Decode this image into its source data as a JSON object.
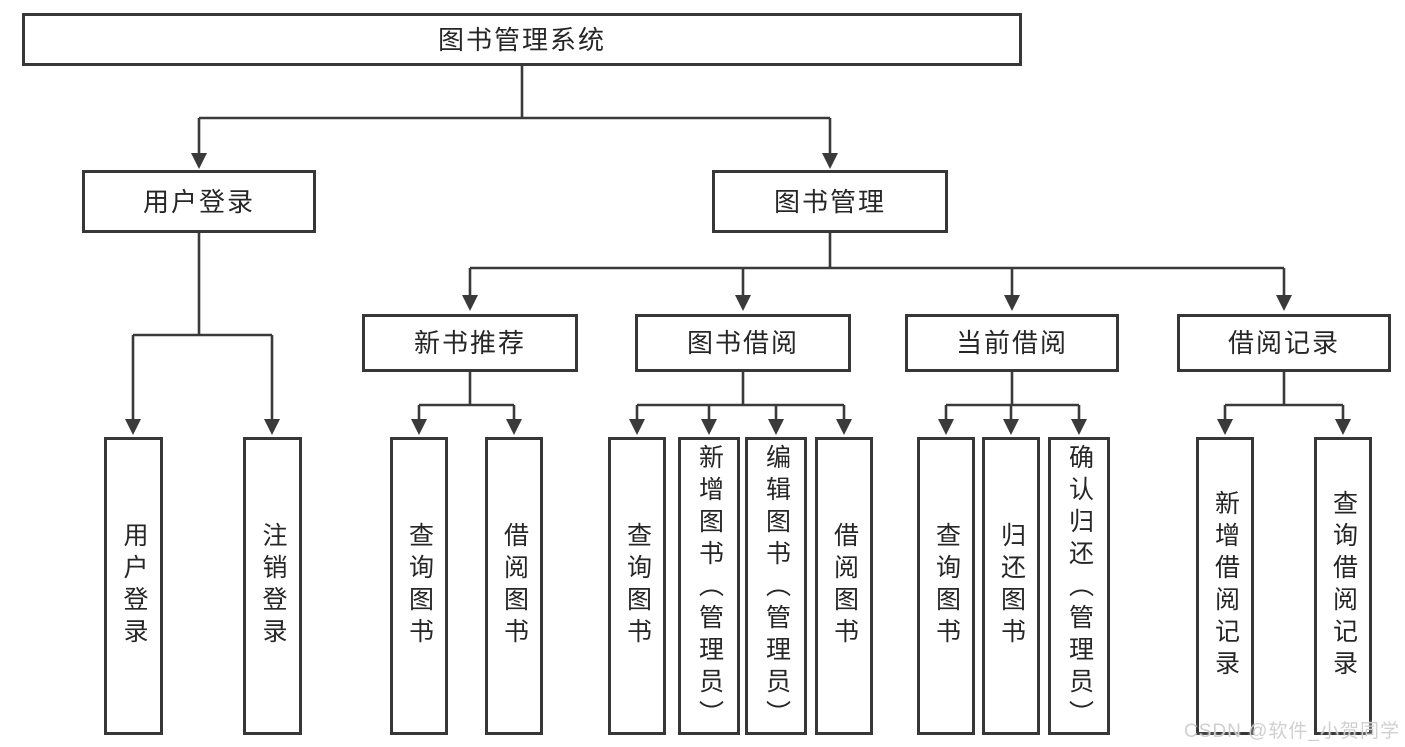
{
  "colors": {
    "line": "#3a3a3a",
    "box_border": "#373737",
    "text": "#262626",
    "background": "#ffffff",
    "watermark": "#cdcdcd"
  },
  "watermark": "CSDN @软件_小贺同学",
  "tree": {
    "label": "图书管理系统",
    "children": [
      {
        "label": "用户登录",
        "children": [
          {
            "label": "用户登录"
          },
          {
            "label": "注销登录"
          }
        ]
      },
      {
        "label": "图书管理",
        "children": [
          {
            "label": "新书推荐",
            "children": [
              {
                "label": "查询图书"
              },
              {
                "label": "借阅图书"
              }
            ]
          },
          {
            "label": "图书借阅",
            "children": [
              {
                "label": "查询图书"
              },
              {
                "label": "新增图书（管理员）"
              },
              {
                "label": "编辑图书（管理员）"
              },
              {
                "label": "借阅图书"
              }
            ]
          },
          {
            "label": "当前借阅",
            "children": [
              {
                "label": "查询图书"
              },
              {
                "label": "归还图书"
              },
              {
                "label": "确认归还（管理员）"
              }
            ]
          },
          {
            "label": "借阅记录",
            "children": [
              {
                "label": "新增借阅记录"
              },
              {
                "label": "查询借阅记录"
              }
            ]
          }
        ]
      }
    ]
  }
}
